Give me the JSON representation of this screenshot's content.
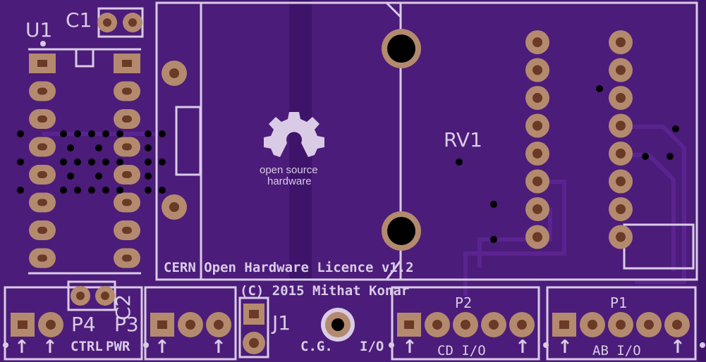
{
  "colors": {
    "board": "#4b1c79",
    "board_dark": "#3e146a",
    "trace": "#541f86",
    "silkscreen": "#d9cbe6",
    "pad_copper": "#b38a6e",
    "pad_square": "#6a3a26",
    "via": "#000000"
  },
  "refdes": {
    "u1": "U1",
    "c1": "C1",
    "c2": "C2",
    "rv1": "RV1",
    "j1": "J1",
    "p1": "P1",
    "p2": "P2",
    "p3": "P3",
    "p4": "P4"
  },
  "pin_labels": {
    "p4": "CTRL",
    "p3": "PWR",
    "p2": "CD I/O",
    "p1": "AB I/O",
    "cg": "C.G.",
    "io": "I/O"
  },
  "logo": {
    "icon": "open-source-hardware-gear-icon",
    "line1": "open source",
    "line2": "hardware"
  },
  "licence_text": "CERN Open Hardware Licence v1.2",
  "copyright_text": "(C) 2015 Mithat Konar",
  "arrow_glyph": "↑"
}
